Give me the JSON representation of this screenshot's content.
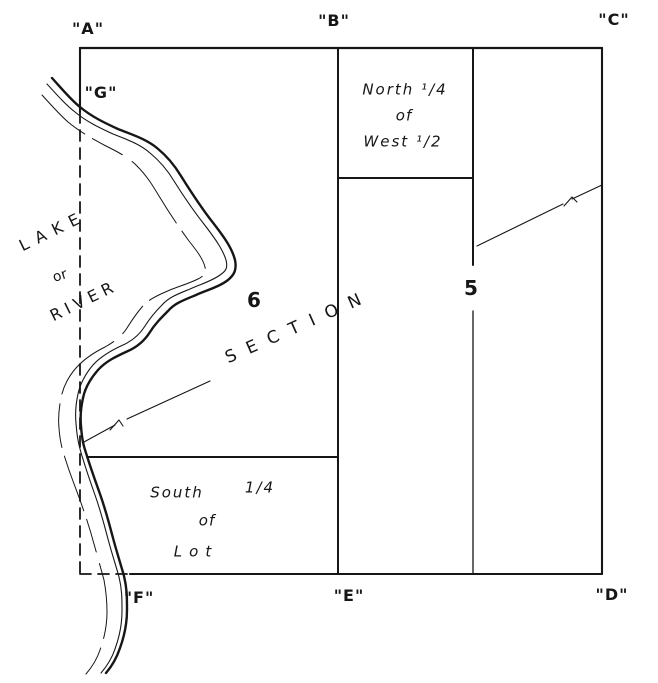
{
  "diagram": {
    "background_color": "#ffffff",
    "ink_color": "#161616",
    "corner_labels": {
      "a": "\"A\"",
      "b": "\"B\"",
      "c": "\"C\"",
      "d": "\"D\"",
      "e": "\"E\"",
      "f": "\"F\"",
      "g": "\"G\""
    },
    "section_numbers": {
      "west_section": "6",
      "east_section": "5"
    },
    "section_word": "SECTION",
    "water_feature": {
      "line1": "LAKE",
      "line2": "or",
      "line3": "RIVER"
    },
    "north_parcel": {
      "line1": "North ¹/4",
      "line2": "of",
      "line3": "West ¹/2"
    },
    "south_parcel": {
      "word": "South",
      "fraction": "1/4",
      "line2": "of",
      "line3": "Lot"
    }
  }
}
